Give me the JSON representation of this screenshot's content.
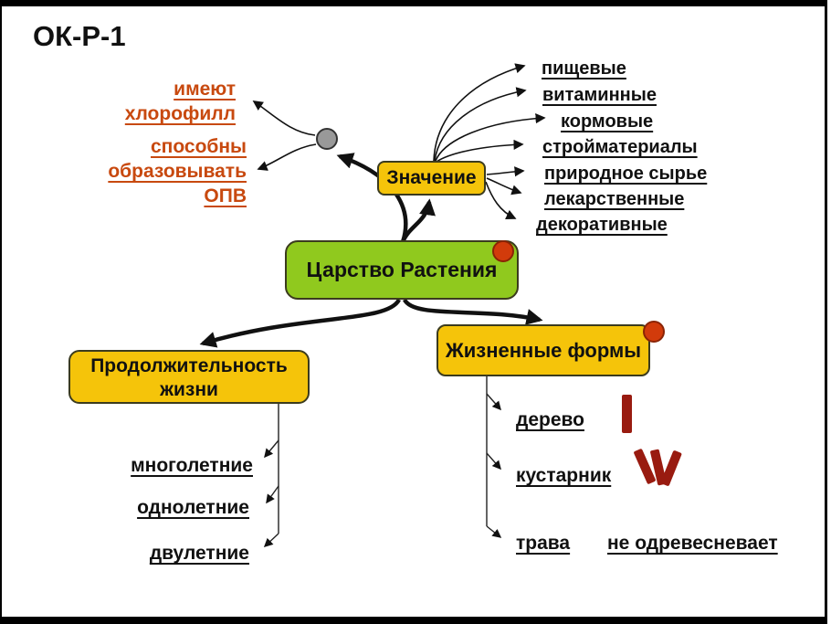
{
  "slide": {
    "title": "ОК-Р-1"
  },
  "center_node": {
    "label": "Царство Растения"
  },
  "properties": {
    "chlorophyll": {
      "line1": "имеют",
      "line2": "хлорофилл"
    },
    "opv": {
      "line1": "способны",
      "line2": "образовывать",
      "line3": "ОПВ"
    }
  },
  "significance": {
    "label": "Значение",
    "items": [
      "пищевые",
      "витаминные",
      "кормовые",
      "стройматериалы",
      "природное сырье",
      "лекарственные",
      "декоративные"
    ]
  },
  "lifespan": {
    "label_line1": "Продолжительность",
    "label_line2": "жизни",
    "items": [
      "многолетние",
      "однолетние",
      "двулетние"
    ]
  },
  "life_forms": {
    "label": "Жизненные формы",
    "items": [
      "дерево",
      "кустарник",
      "трава"
    ],
    "note": "не одревесневает"
  },
  "icons": {
    "gray_hub": "gray-circle-connector",
    "red_marker": "red-dot-marker",
    "tree_symbol": "single-trunk-bar",
    "shrub_symbol": "three-stem-fan"
  },
  "colors": {
    "box_yellow": "#F5C40A",
    "box_green": "#90C91E",
    "accent_red_circle": "#D23B0B",
    "dark_red_symbol": "#991B10",
    "orange_text": "#C8490F",
    "line_black": "#111111"
  }
}
